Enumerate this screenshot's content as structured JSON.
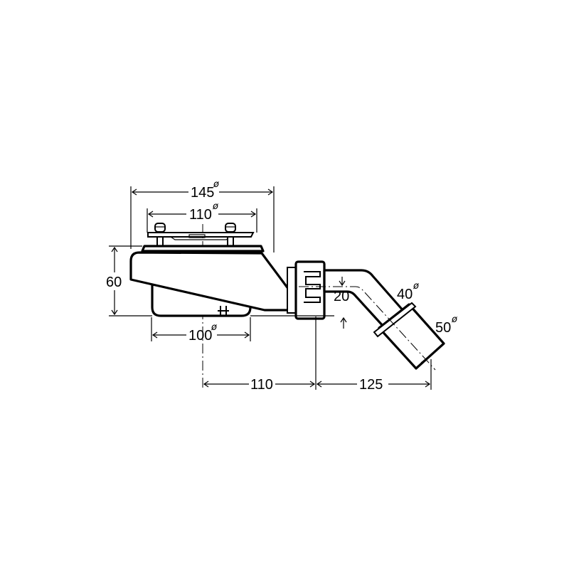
{
  "diagram": {
    "subject": "Shower tray drain trap with 45° angled outlet",
    "unit": "mm",
    "diameter_symbol": "ø",
    "colors": {
      "line": "#000000",
      "background": "#ffffff"
    },
    "dimensions": {
      "top_flange_diameter": {
        "value": "145",
        "suffix": "ø"
      },
      "grate_diameter": {
        "value": "110",
        "suffix": "ø"
      },
      "body_diameter": {
        "value": "100",
        "suffix": "ø"
      },
      "height": {
        "value": "60"
      },
      "outlet_offset": {
        "value": "20"
      },
      "center_to_nut": {
        "value": "110"
      },
      "nut_to_outlet_end": {
        "value": "125"
      },
      "outlet_inner_diameter": {
        "value": "40",
        "suffix": "ø"
      },
      "outlet_outer_diameter": {
        "value": "50",
        "suffix": "ø"
      }
    }
  }
}
